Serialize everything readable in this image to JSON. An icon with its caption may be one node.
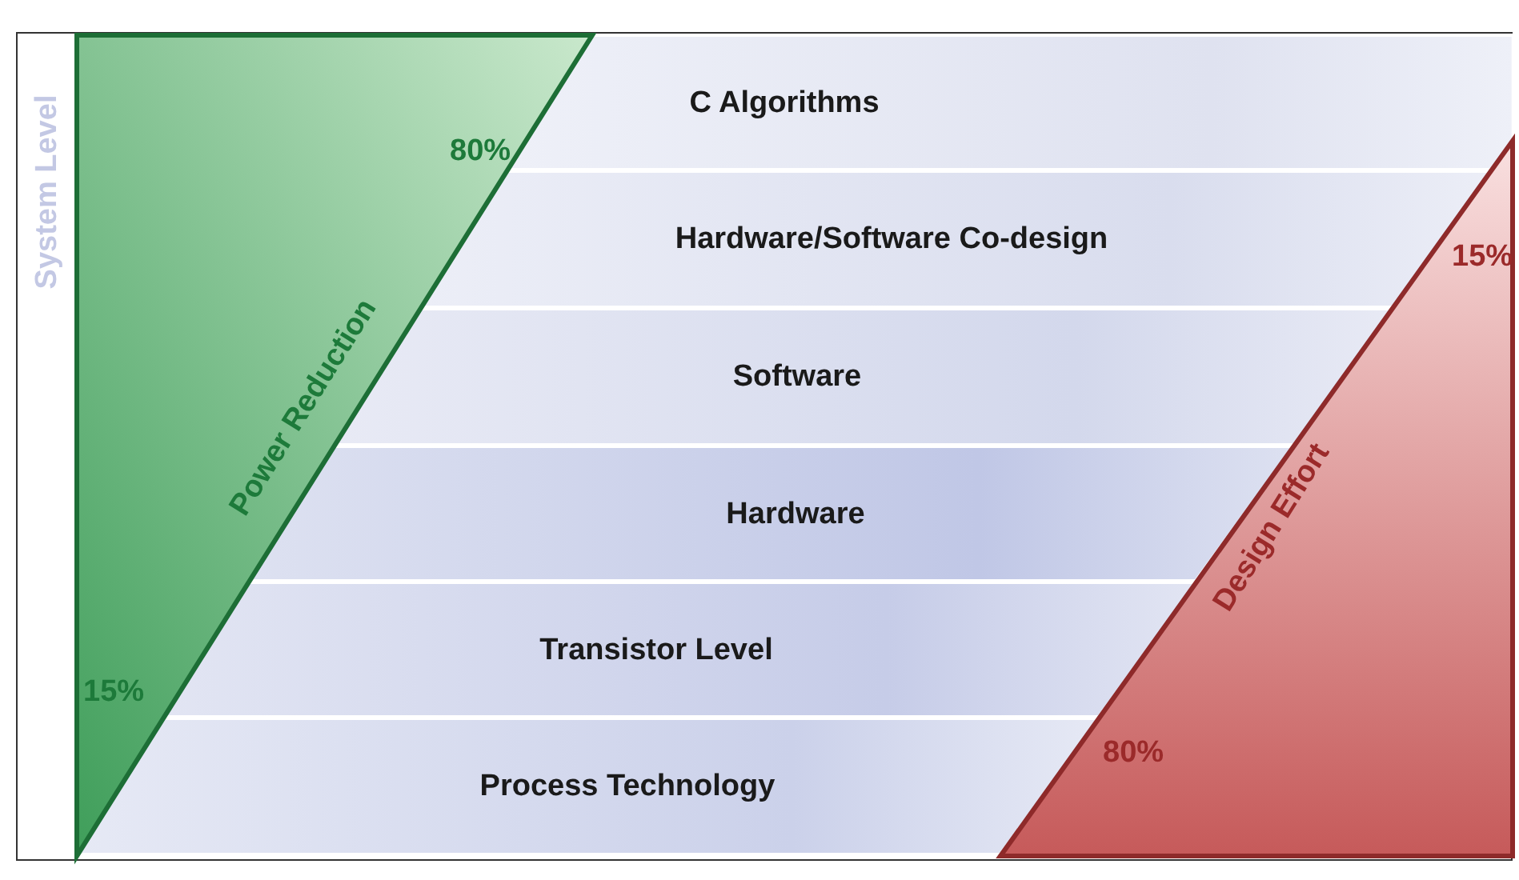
{
  "diagram": {
    "nodes": [
      {
        "text": [
          "80%",
          "Power Reduction",
          "15%"
        ]
      },
      {
        "text": [
          "C Algorithms"
        ]
      },
      {
        "text": [
          "Hardware/Software Co-design"
        ]
      },
      {
        "text": [
          "Software"
        ]
      },
      {
        "text": [
          "Hardware"
        ]
      },
      {
        "text": [
          "Transistor Level"
        ]
      },
      {
        "text": [
          "Process Technology"
        ]
      },
      {
        "text": [
          "15%",
          "Design Effort",
          "80%"
        ]
      }
    ],
    "labels": [
      "System Level"
    ]
  }
}
